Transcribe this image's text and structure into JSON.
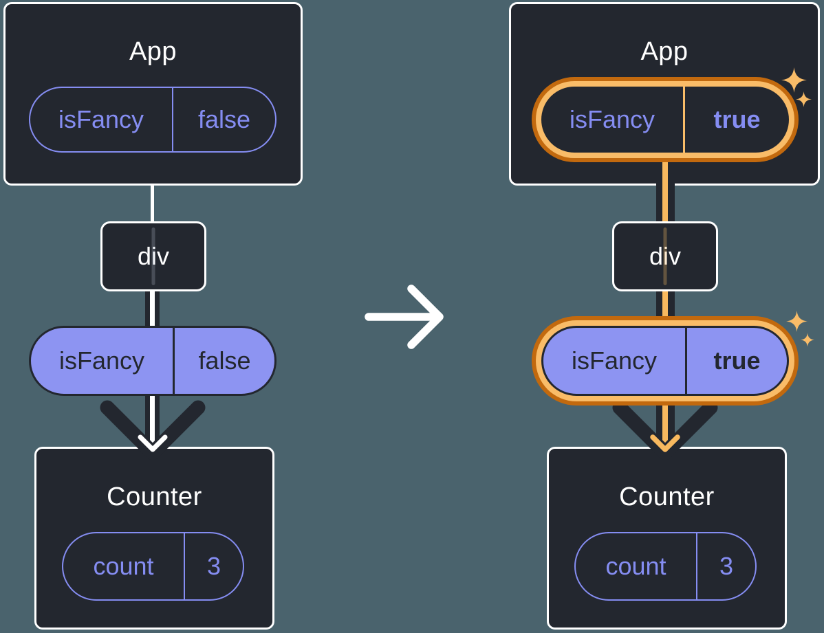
{
  "colors": {
    "background": "#4a636d",
    "card_bg": "#23272f",
    "card_border": "#ffffff",
    "dark": "#23272f",
    "purple": "#858df2",
    "purple_fill": "#8d94f2",
    "orange_light": "#f9bc68",
    "orange_dark": "#c2690e",
    "orange_core": "#f8b95f",
    "arrow_white": "#ffffff"
  },
  "icons": {
    "transition_arrow": "right-arrow",
    "flow_arrow": "down-chevron-arrow",
    "sparkle": "four-point-star"
  },
  "before": {
    "app": {
      "title": "App",
      "prop_name": "isFancy",
      "prop_value": "false"
    },
    "div": {
      "label": "div"
    },
    "passed_prop": {
      "name": "isFancy",
      "value": "false"
    },
    "counter": {
      "title": "Counter",
      "state_name": "count",
      "state_value": "3"
    }
  },
  "after": {
    "app": {
      "title": "App",
      "prop_name": "isFancy",
      "prop_value": "true"
    },
    "div": {
      "label": "div"
    },
    "passed_prop": {
      "name": "isFancy",
      "value": "true"
    },
    "counter": {
      "title": "Counter",
      "state_name": "count",
      "state_value": "3"
    }
  }
}
